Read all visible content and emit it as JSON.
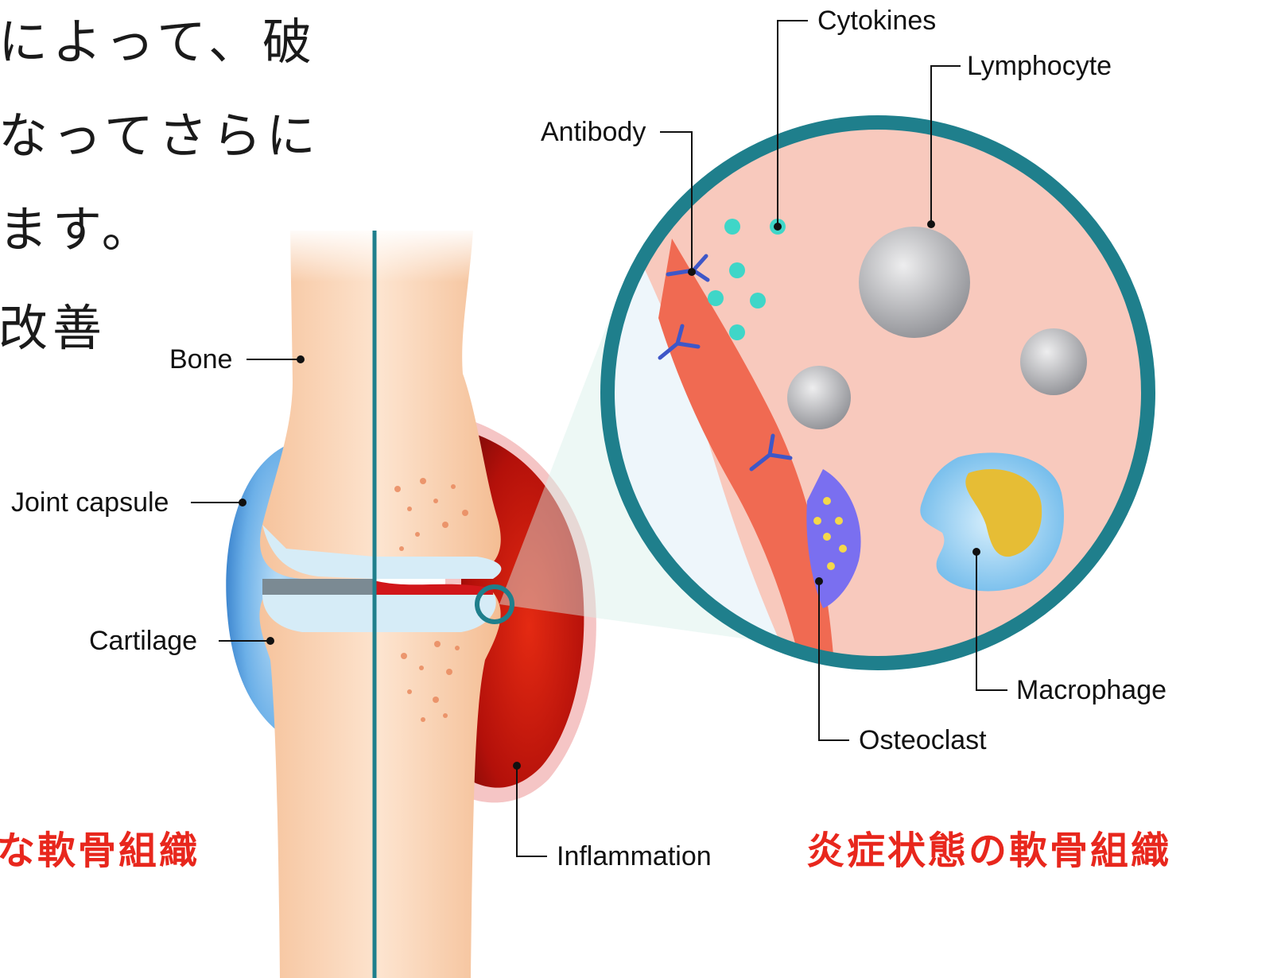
{
  "body_text": {
    "line1": "によって、破",
    "line2": "なってさらに",
    "line3": "ます。",
    "line4": "改善"
  },
  "labels": {
    "bone": "Bone",
    "joint_capsule": "Joint capsule",
    "cartilage": "Cartilage",
    "inflammation": "Inflammation",
    "antibody": "Antibody",
    "cytokines": "Cytokines",
    "lymphocyte": "Lymphocyte",
    "macrophage": "Macrophage",
    "osteoclast": "Osteoclast"
  },
  "captions": {
    "healthy": "な軟骨組織",
    "inflamed": "炎症状態の軟骨組織"
  },
  "colors": {
    "caption_red": "#e8271d",
    "bone": "#f9d2b0",
    "cartilage": "#d6ecf7",
    "capsule_blue": "#3d8fd6",
    "inflammation_red": "#b8140c",
    "lens_ring": "#1f7f8c",
    "lens_bg": "#f8c9bd",
    "cytokine": "#3fd6c8",
    "lymphocyte": "#a9a9ad",
    "macrophage": "#7cc4ef",
    "osteoclast": "#7a6ff0"
  }
}
